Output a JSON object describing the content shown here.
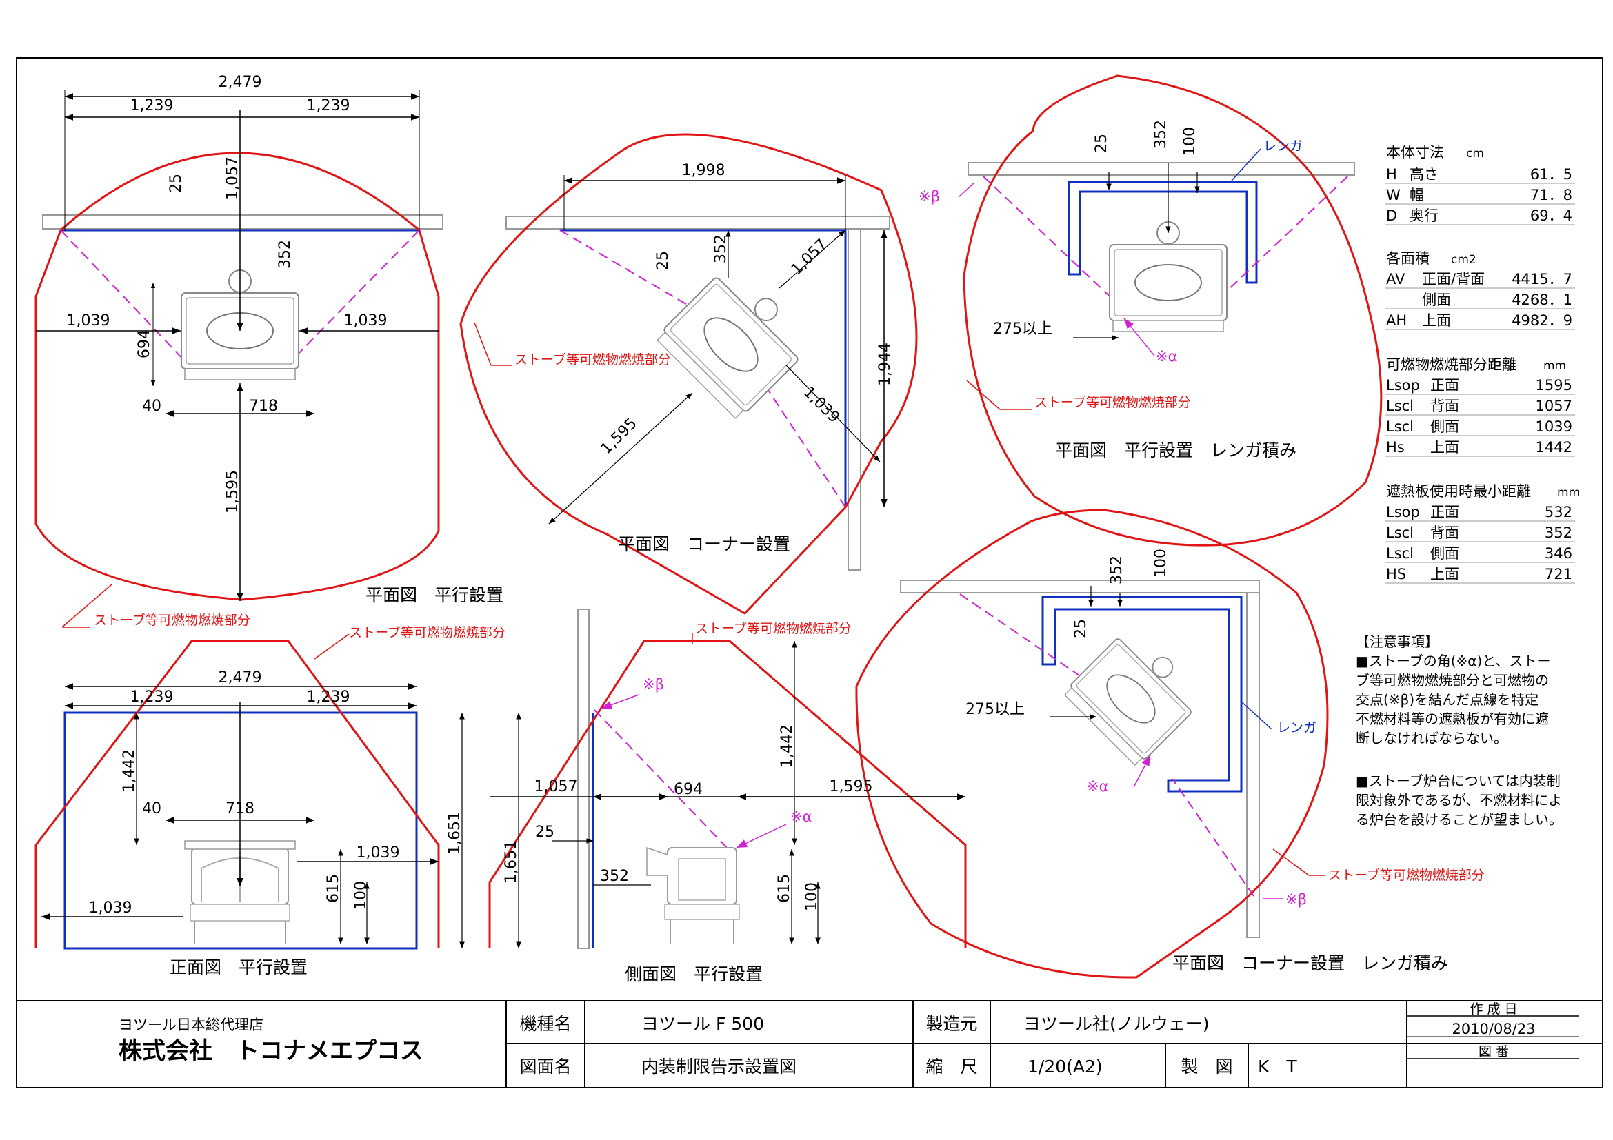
{
  "views": {
    "plan_parallel": {
      "title": "平面図　平行設置",
      "dims": {
        "total_width": "2,479",
        "half_left": "1,239",
        "half_right": "1,239",
        "rear_clear": "25",
        "rear_arc": "1,057",
        "rear_352": "352",
        "side_left": "1,039",
        "side_right": "1,039",
        "depth": "694",
        "legs": "40",
        "body_width": "718",
        "front": "1,595"
      }
    },
    "plan_corner": {
      "title": "平面図　コーナー設置",
      "dims": {
        "width": "1,998",
        "rear_clear": "25",
        "rear_352": "352",
        "rear_arc": "1,057",
        "side_arc": "1,039",
        "front": "1,595",
        "height": "1,944"
      }
    },
    "plan_parallel_brick": {
      "title": "平面図　平行設置　レンガ積み",
      "dims": {
        "d25": "25",
        "d352": "352",
        "d100": "100",
        "min_side": "275以上"
      }
    },
    "plan_corner_brick": {
      "title": "平面図　コーナー設置　レンガ積み",
      "dims": {
        "d352": "352",
        "d100": "100",
        "d25": "25",
        "min_side": "275以上"
      }
    },
    "front_parallel": {
      "title": "正面図　平行設置",
      "dims": {
        "total_width": "2,479",
        "half_left": "1,239",
        "half_right": "1,239",
        "height_1442": "1,442",
        "legs": "40",
        "body_width": "718",
        "side_right": "1,039",
        "side_left": "1,039",
        "height_615": "615",
        "height_100": "100",
        "height_1651": "1,651"
      }
    },
    "side_parallel": {
      "title": "側面図　平行設置",
      "dims": {
        "rear": "1,057",
        "depth": "694",
        "front": "1,595",
        "rear_clear": "25",
        "rear_352": "352",
        "height_1442": "1,442",
        "height_1651": "1,651",
        "height_615": "615",
        "height_100": "100"
      }
    }
  },
  "labels": {
    "combustion_zone": "ストーブ等可燃物燃焼部分",
    "brick": "レンガ",
    "alpha": "※α",
    "beta": "※β"
  },
  "specs": {
    "body": {
      "heading": "本体寸法",
      "unit": "cm",
      "rows": [
        {
          "key": "H",
          "name": "高さ",
          "value": "61．5"
        },
        {
          "key": "W",
          "name": "幅",
          "value": "71．8"
        },
        {
          "key": "D",
          "name": "奥行",
          "value": "69．4"
        }
      ]
    },
    "area": {
      "heading": "各面積",
      "unit": "cm2",
      "rows": [
        {
          "key": "AV",
          "name": "正面/背面",
          "value": "4415．7"
        },
        {
          "key": "",
          "name": "側面",
          "value": "4268．1"
        },
        {
          "key": "AH",
          "name": "上面",
          "value": "4982．9"
        }
      ]
    },
    "combustible": {
      "heading": "可燃物燃焼部分距離",
      "unit": "mm",
      "rows": [
        {
          "key": "Lsop",
          "name": "正面",
          "value": "1595"
        },
        {
          "key": "Lscl",
          "name": "背面",
          "value": "1057"
        },
        {
          "key": "Lscl",
          "name": "側面",
          "value": "1039"
        },
        {
          "key": "Hs",
          "name": "上面",
          "value": "1442"
        }
      ]
    },
    "shield": {
      "heading": "遮熱板使用時最小距離",
      "unit": "mm",
      "rows": [
        {
          "key": "Lsop",
          "name": "正面",
          "value": "532"
        },
        {
          "key": "Lscl",
          "name": "背面",
          "value": "352"
        },
        {
          "key": "Lscl",
          "name": "側面",
          "value": "346"
        },
        {
          "key": "HS",
          "name": "上面",
          "value": "721"
        }
      ]
    }
  },
  "notes": {
    "heading": "【注意事項】",
    "note1_lines": [
      "■ストーブの角(※α)と、ストー",
      "ブ等可燃物燃焼部分と可燃物の",
      "交点(※β)を結んだ点線を特定",
      "不燃材料等の遮熱板が有効に遮",
      "断しなければならない。"
    ],
    "note2_lines": [
      "■ストーブ炉台については内装制",
      "限対象外であるが、不燃材料によ",
      "る炉台を設けることが望ましい。"
    ]
  },
  "title_block": {
    "agent_label": "ヨツール日本総代理店",
    "company": "株式会社　トコナメエプコス",
    "model_label": "機種名",
    "model_value": "ヨツール F 500",
    "maker_label": "製造元",
    "maker_value": "ヨツール社(ノルウェー)",
    "created_label": "作 成 日",
    "created_value": "2010/08/23",
    "drawing_name_label": "図面名",
    "drawing_name_value": "内装制限告示設置図",
    "scale_label": "縮　尺",
    "scale_value": "1/20(A2)",
    "drafter_label": "製　図",
    "drafter_value": "K　T",
    "drawing_no_label": "図 番"
  },
  "colors": {
    "zone": "#e01515",
    "brick": "#1030c0",
    "dash": "#d020d0",
    "line": "#000000"
  }
}
